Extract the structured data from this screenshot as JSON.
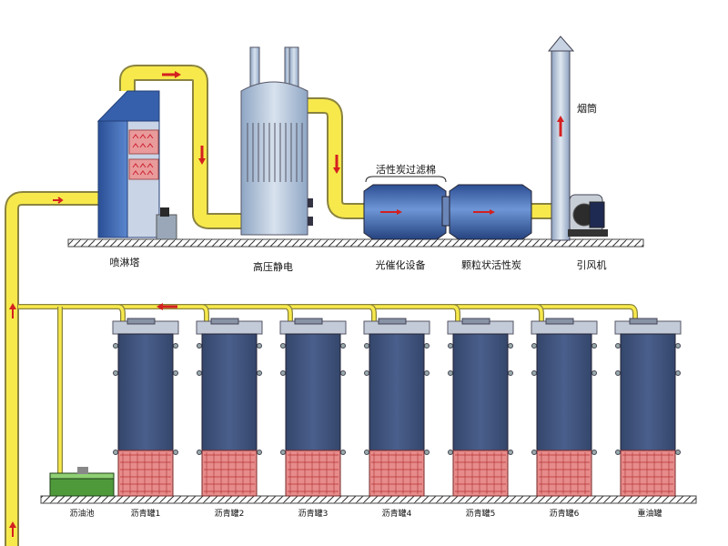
{
  "labels": {
    "spray_tower": "喷淋塔",
    "esp": "高压静电",
    "carbon_filter_cotton": "活性炭过滤棉",
    "photocatalysis": "光催化设备",
    "granular_carbon": "颗粒状活性炭",
    "fan": "引风机",
    "chimney": "烟筒",
    "oil_pool": "沥油池",
    "tank_prefix": "沥青罐",
    "heavy_oil_tank": "重油罐"
  },
  "tanks": [
    {
      "number": "1"
    },
    {
      "number": "2"
    },
    {
      "number": "3"
    },
    {
      "number": "4"
    },
    {
      "number": "5"
    },
    {
      "number": "6"
    }
  ],
  "colors": {
    "pipe": "#f7e94b",
    "pipe_edge": "#8a8340",
    "equipment_blue": "#3e69b3",
    "tank_body": "#3e4f73",
    "tank_heating": "#e78b8b",
    "arrow": "#d42020",
    "ground": "#555555"
  }
}
